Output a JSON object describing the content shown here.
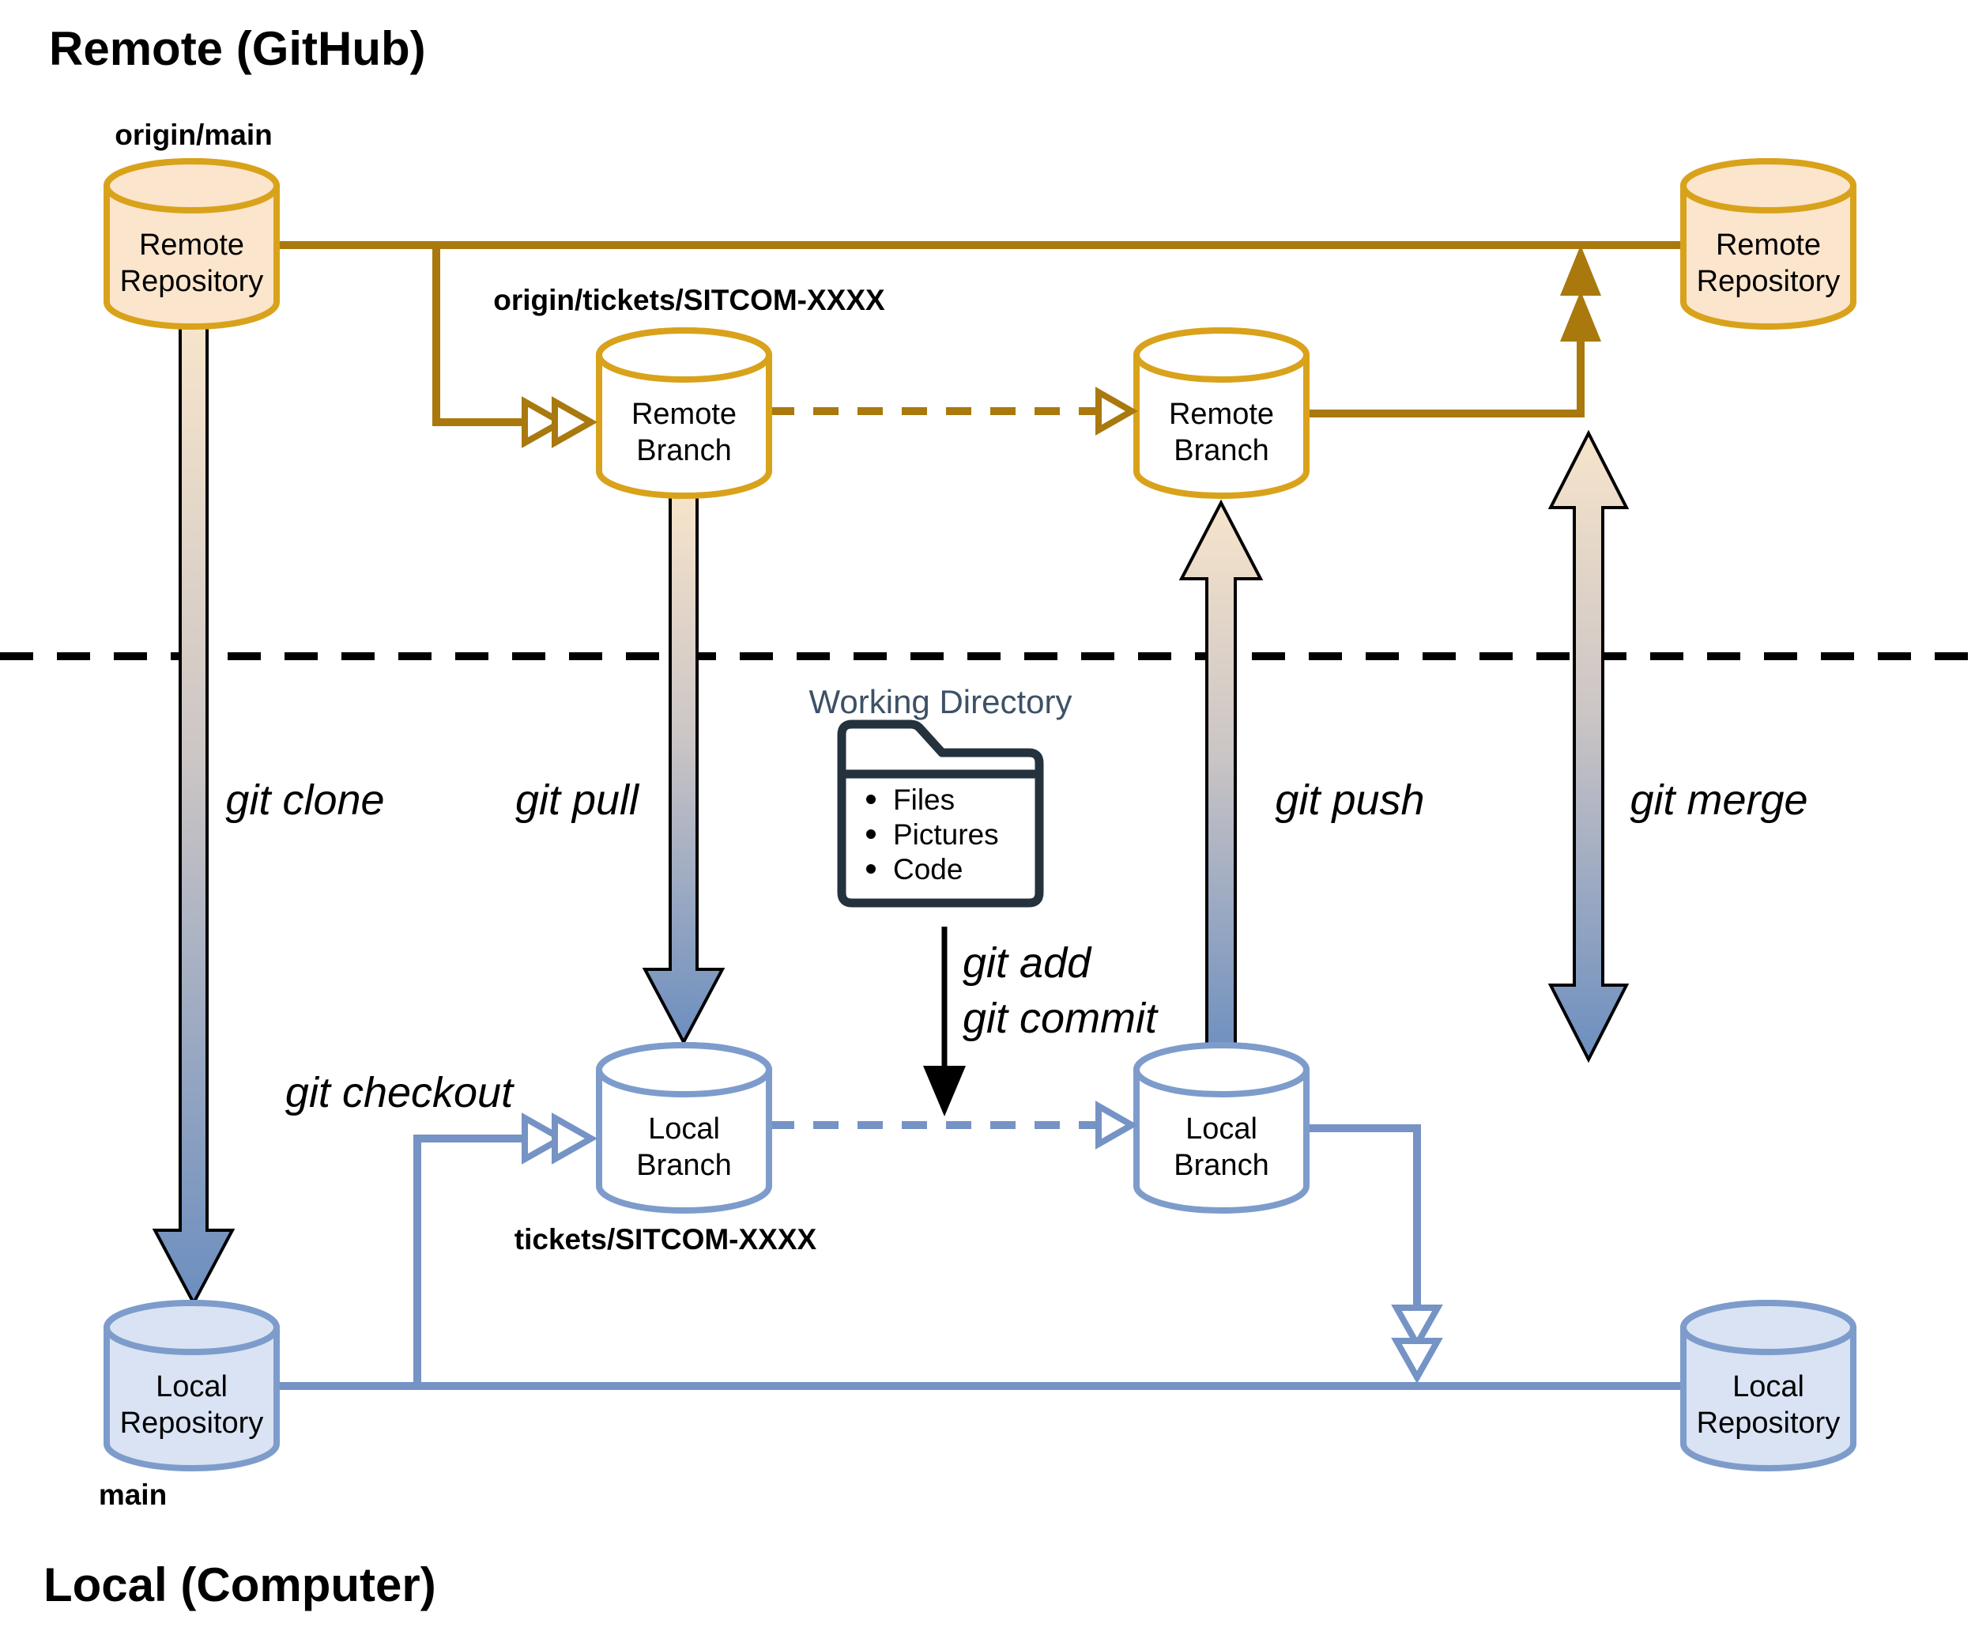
{
  "titles": {
    "remote": "Remote (GitHub)",
    "local": "Local (Computer)"
  },
  "nodes": {
    "remote_repository": {
      "line1": "Remote",
      "line2": "Repository"
    },
    "remote_branch": {
      "line1": "Remote",
      "line2": "Branch"
    },
    "local_repository": {
      "line1": "Local",
      "line2": "Repository"
    },
    "local_branch": {
      "line1": "Local",
      "line2": "Branch"
    }
  },
  "branch_labels": {
    "origin_main": "origin/main",
    "origin_ticket": "origin/tickets/SITCOM-XXXX",
    "local_ticket": "tickets/SITCOM-XXXX",
    "local_main": "main"
  },
  "commands": {
    "clone": "git clone",
    "pull": "git pull",
    "push": "git push",
    "merge": "git merge",
    "checkout": "git checkout",
    "add": "git add",
    "commit": "git commit"
  },
  "working_directory": {
    "title": "Working Directory",
    "items": [
      "Files",
      "Pictures",
      "Code"
    ]
  },
  "colors": {
    "remote_fill": "#FCE5CD",
    "remote_stroke": "#D9A21B",
    "remote_line": "#A9790E",
    "local_fill": "#DAE3F3",
    "local_stroke": "#7D9CCB",
    "local_line": "#7593C5",
    "divider": "#000000",
    "folder_outline": "#24323E",
    "working_directory_text": "#3D5166",
    "arrow_gradient_top": "#F7E4CB",
    "arrow_gradient_bottom": "#6C8EBF"
  }
}
